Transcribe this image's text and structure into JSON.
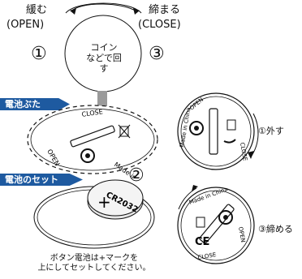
{
  "labels": {
    "loosen_jp": "緩む",
    "loosen_en": "(OPEN)",
    "tighten_jp": "締まる",
    "tighten_en": "(CLOSE)",
    "coin_line1": "コイン",
    "coin_line2": "などで回す",
    "step1": "①",
    "step2": "②",
    "step3": "③"
  },
  "tags": {
    "cover": "電池ぶた",
    "set_battery": "電池のセット"
  },
  "cover": {
    "close": "CLOSE",
    "open": "OPEN",
    "made_in": "Made in China",
    "ce": "CE"
  },
  "battery": {
    "model": "CR2032",
    "plus": "+"
  },
  "note": {
    "line1": "ボタン電池は+マークを",
    "line2": "上にしてセットしてください。"
  },
  "steps": {
    "remove": "①外す",
    "tighten": "③締める"
  },
  "colors": {
    "tag_bg": "#1e5aa0",
    "arrow": "#9a9a9a"
  }
}
